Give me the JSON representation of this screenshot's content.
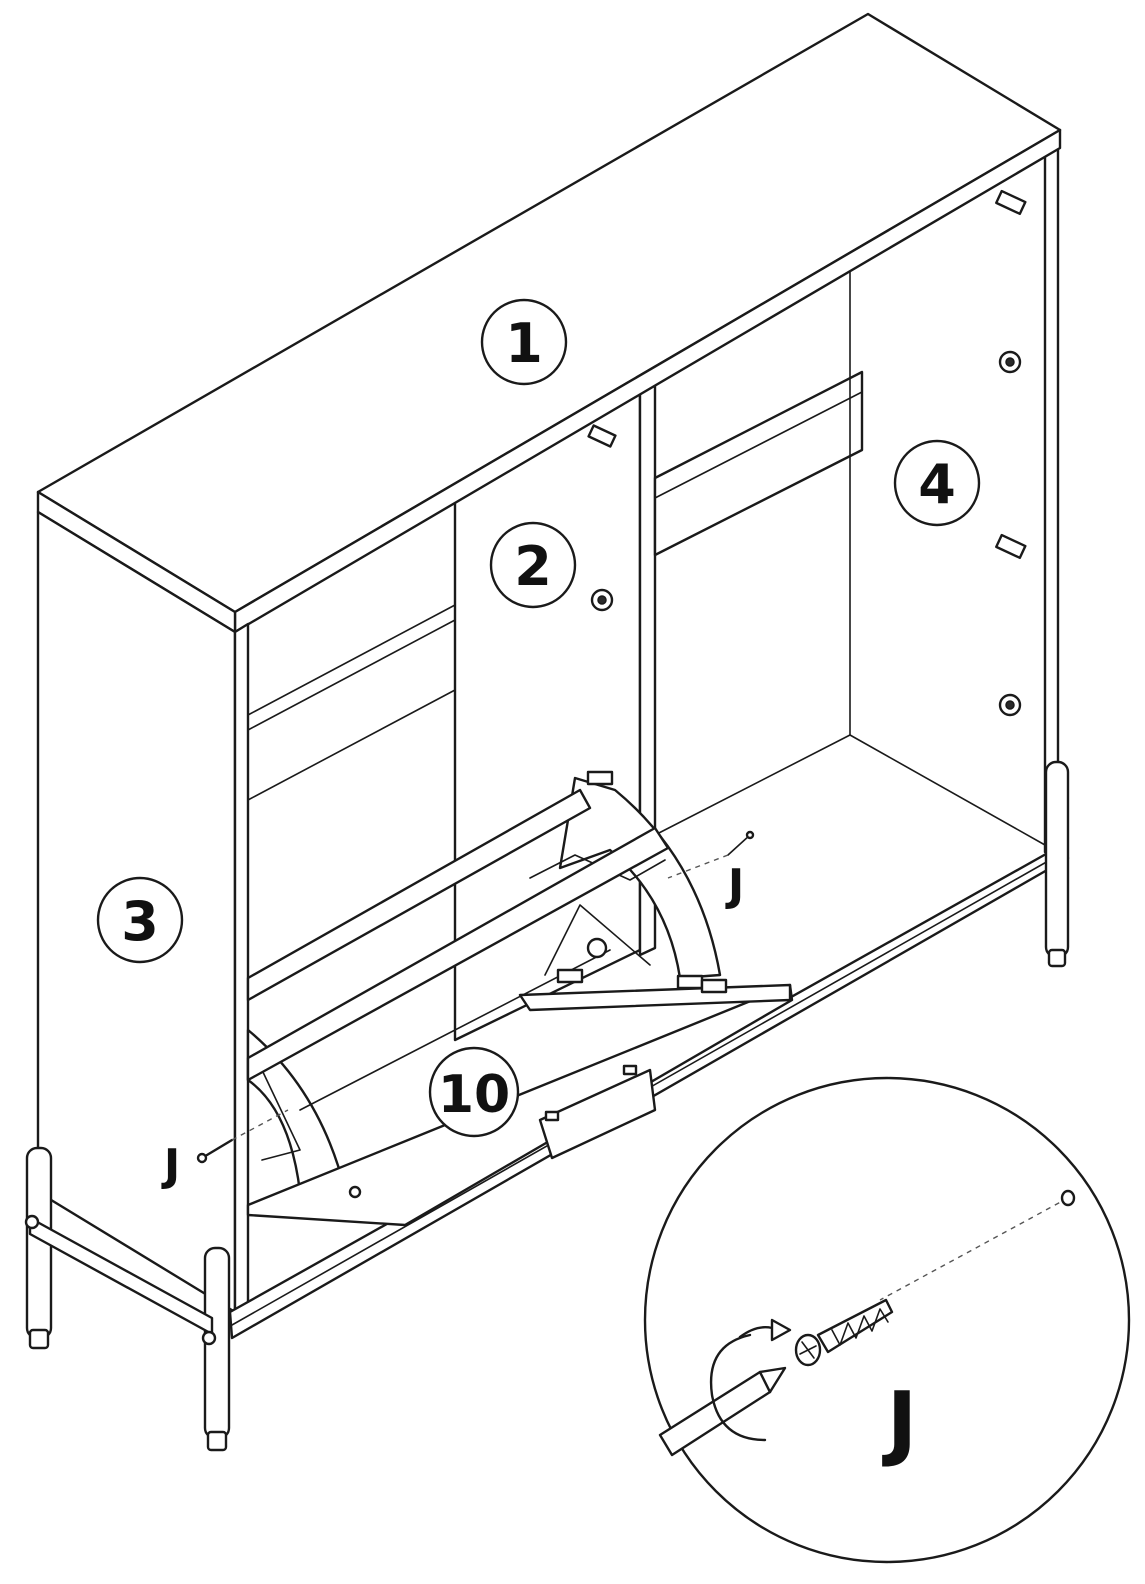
{
  "labels": {
    "part_1": "1",
    "part_2": "2",
    "part_3": "3",
    "part_4": "4",
    "part_10": "10",
    "screw_right": "J",
    "screw_left": "J",
    "detail_screw": "J"
  },
  "icons": [
    "screw-icon",
    "screwdriver-icon",
    "rotate-arrow-icon",
    "cam-lock-icon",
    "dowel-icon"
  ]
}
